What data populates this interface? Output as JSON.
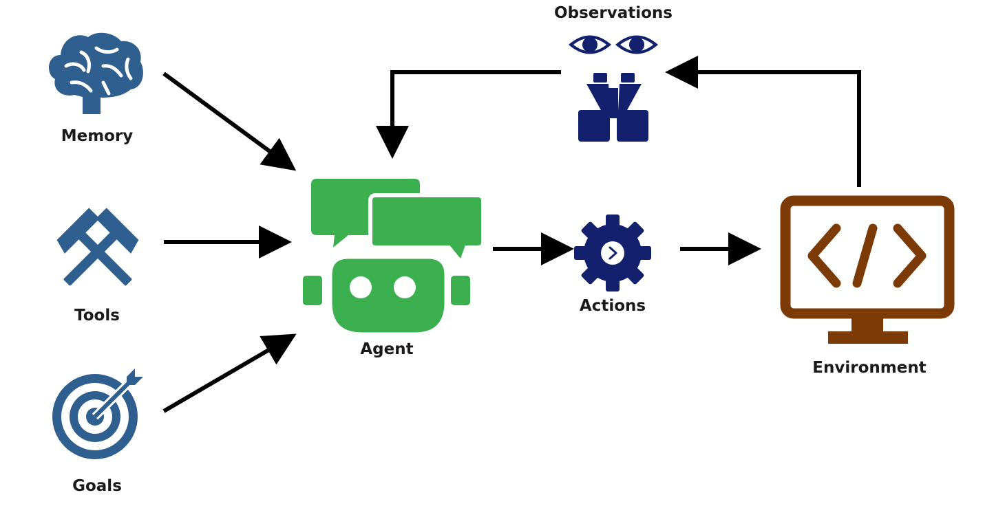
{
  "nodes": {
    "memory": {
      "label": "Memory"
    },
    "tools": {
      "label": "Tools"
    },
    "goals": {
      "label": "Goals"
    },
    "agent": {
      "label": "Agent"
    },
    "actions": {
      "label": "Actions"
    },
    "environment": {
      "label": "Environment"
    },
    "observations": {
      "label": "Observations"
    }
  },
  "colors": {
    "input_icons": "#2e5f8e",
    "agent": "#3cb04f",
    "observations_actions": "#12206e",
    "environment": "#7c3a06",
    "arrows": "#000000",
    "label_text": "#1a1a1a"
  },
  "icons": {
    "memory": "brain-icon",
    "tools": "crossed-hammers-icon",
    "goals": "target-with-arrow-icon",
    "agent": "chatbot-icon",
    "actions": "gear-with-play-icon",
    "environment": "monitor-code-icon",
    "observations": "eyes-and-binoculars-icon"
  },
  "edges": [
    {
      "from": "memory",
      "to": "agent"
    },
    {
      "from": "tools",
      "to": "agent"
    },
    {
      "from": "goals",
      "to": "agent"
    },
    {
      "from": "agent",
      "to": "actions"
    },
    {
      "from": "actions",
      "to": "environment"
    },
    {
      "from": "environment",
      "to": "observations"
    },
    {
      "from": "observations",
      "to": "agent"
    }
  ]
}
